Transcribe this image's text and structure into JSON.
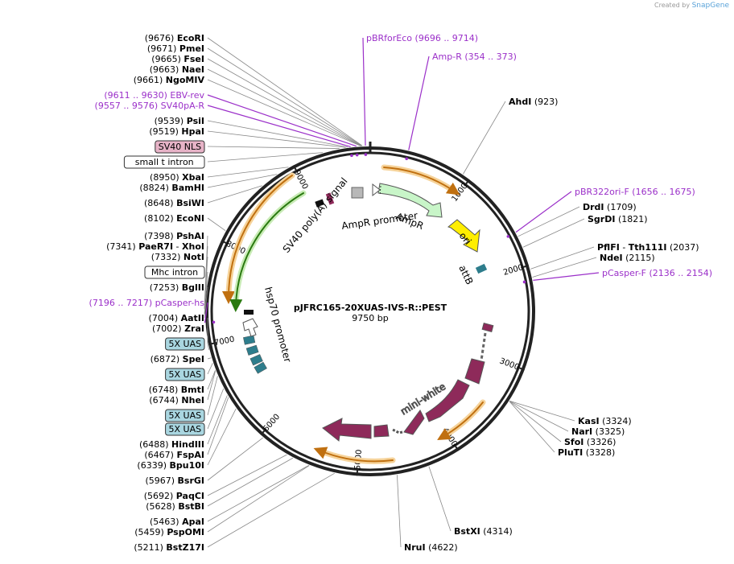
{
  "credit": {
    "prefix": "Created by",
    "brand": "SnapGene"
  },
  "plasmid": {
    "name": "pJFRC165-20XUAS-IVS-R::PEST",
    "length": "9750 bp",
    "total": 9750
  },
  "scale_labels": [
    "1000",
    "2000",
    "3000",
    "4000",
    "5000",
    "6000",
    "7000",
    "8000",
    "9000"
  ],
  "sites": [
    {
      "pos": "(9676)",
      "name": "EcoRI",
      "kind": "enzyme",
      "bp": 9676
    },
    {
      "pos": "(9671)",
      "name": "PmeI",
      "kind": "enzyme",
      "bp": 9671
    },
    {
      "pos": "(9665)",
      "name": "FseI",
      "kind": "enzyme",
      "bp": 9665
    },
    {
      "pos": "(9663)",
      "name": "NaeI",
      "kind": "enzyme",
      "bp": 9663
    },
    {
      "pos": "(9661)",
      "name": "NgoMIV",
      "kind": "enzyme",
      "bp": 9661
    },
    {
      "pos": "(9611 .. 9630)",
      "name": "EBV-rev",
      "kind": "primer",
      "bp": 9620
    },
    {
      "pos": "(9557 .. 9576)",
      "name": "SV40pA-R",
      "kind": "primer",
      "bp": 9566
    },
    {
      "pos": "(9539)",
      "name": "PsiI",
      "kind": "enzyme",
      "bp": 9539
    },
    {
      "pos": "(9519)",
      "name": "HpaI",
      "kind": "enzyme",
      "bp": 9519
    },
    {
      "pos": "",
      "name": "SV40 NLS",
      "kind": "box-pink",
      "bp": 9460
    },
    {
      "pos": "",
      "name": "small t intron",
      "kind": "box-white",
      "bp": 9300
    },
    {
      "pos": "(8950)",
      "name": "XbaI",
      "kind": "enzyme",
      "bp": 8950
    },
    {
      "pos": "(8824)",
      "name": "BamHI",
      "kind": "enzyme",
      "bp": 8824
    },
    {
      "pos": "(8648)",
      "name": "BsiWI",
      "kind": "enzyme",
      "bp": 8648
    },
    {
      "pos": "(8102)",
      "name": "EcoNI",
      "kind": "enzyme",
      "bp": 8102
    },
    {
      "pos": "(7398)",
      "name": "PshAI",
      "kind": "enzyme",
      "bp": 7398
    },
    {
      "pos": "(7341)",
      "name": "PaeR7I",
      "name2": "XhoI",
      "kind": "enzyme",
      "bp": 7341
    },
    {
      "pos": "(7332)",
      "name": "NotI",
      "kind": "enzyme",
      "bp": 7332
    },
    {
      "pos": "",
      "name": "Mhc intron",
      "kind": "box-white",
      "bp": 7290
    },
    {
      "pos": "(7253)",
      "name": "BglII",
      "kind": "enzyme",
      "bp": 7253
    },
    {
      "pos": "(7196 .. 7217)",
      "name": "pCasper-hs",
      "kind": "primer",
      "bp": 7206
    },
    {
      "pos": "(7004)",
      "name": "AatII",
      "kind": "enzyme",
      "bp": 7004
    },
    {
      "pos": "(7002)",
      "name": "ZraI",
      "kind": "enzyme",
      "bp": 7002
    },
    {
      "pos": "",
      "name": "5X UAS",
      "kind": "box-blue",
      "bp": 6950
    },
    {
      "pos": "(6872)",
      "name": "SpeI",
      "kind": "enzyme",
      "bp": 6872
    },
    {
      "pos": "",
      "name": "5X UAS",
      "kind": "box-blue",
      "bp": 6820
    },
    {
      "pos": "(6748)",
      "name": "BmtI",
      "kind": "enzyme",
      "bp": 6748
    },
    {
      "pos": "(6744)",
      "name": "NheI",
      "kind": "enzyme",
      "bp": 6744
    },
    {
      "pos": "",
      "name": "5X UAS",
      "kind": "box-blue",
      "bp": 6690
    },
    {
      "pos": "",
      "name": "5X UAS",
      "kind": "box-blue",
      "bp": 6560
    },
    {
      "pos": "(6488)",
      "name": "HindIII",
      "kind": "enzyme",
      "bp": 6488
    },
    {
      "pos": "(6467)",
      "name": "FspAI",
      "kind": "enzyme",
      "bp": 6467
    },
    {
      "pos": "(6339)",
      "name": "Bpu10I",
      "kind": "enzyme",
      "bp": 6339
    },
    {
      "pos": "(5967)",
      "name": "BsrGI",
      "kind": "enzyme",
      "bp": 5967
    },
    {
      "pos": "(5692)",
      "name": "PaqCI",
      "kind": "enzyme",
      "bp": 5692
    },
    {
      "pos": "(5628)",
      "name": "BstBI",
      "kind": "enzyme",
      "bp": 5628
    },
    {
      "pos": "(5463)",
      "name": "ApaI",
      "kind": "enzyme",
      "bp": 5463
    },
    {
      "pos": "(5459)",
      "name": "PspOMI",
      "kind": "enzyme",
      "bp": 5459
    },
    {
      "pos": "(5211)",
      "name": "BstZ17I",
      "kind": "enzyme",
      "bp": 5211
    },
    {
      "pos": "(9696 .. 9714)",
      "name": "pBRforEco",
      "kind": "primer-r",
      "bp": 9705
    },
    {
      "pos": "(354 .. 373)",
      "name": "Amp-R",
      "kind": "primer-r",
      "bp": 363
    },
    {
      "pos": "(923)",
      "name": "AhdI",
      "kind": "enzyme-r",
      "bp": 923
    },
    {
      "pos": "(1656 .. 1675)",
      "name": "pBR322ori-F",
      "kind": "primer-r",
      "bp": 1665
    },
    {
      "pos": "(1709)",
      "name": "DrdI",
      "kind": "enzyme-r",
      "bp": 1709
    },
    {
      "pos": "(1821)",
      "name": "SgrDI",
      "kind": "enzyme-r",
      "bp": 1821
    },
    {
      "pos": "(2037)",
      "name": "PflFI",
      "name2": "Tth111I",
      "kind": "enzyme-r",
      "bp": 2037
    },
    {
      "pos": "(2115)",
      "name": "NdeI",
      "kind": "enzyme-r",
      "bp": 2115
    },
    {
      "pos": "(2136 .. 2154)",
      "name": "pCasper-F",
      "kind": "primer-r",
      "bp": 2145
    },
    {
      "pos": "(3324)",
      "name": "KasI",
      "kind": "enzyme-r",
      "bp": 3324
    },
    {
      "pos": "(3325)",
      "name": "NarI",
      "kind": "enzyme-r",
      "bp": 3325
    },
    {
      "pos": "(3326)",
      "name": "SfoI",
      "kind": "enzyme-r",
      "bp": 3326
    },
    {
      "pos": "(3328)",
      "name": "PluTI",
      "kind": "enzyme-r",
      "bp": 3328
    },
    {
      "pos": "(4314)",
      "name": "BstXI",
      "kind": "enzyme-r",
      "bp": 4314
    },
    {
      "pos": "(4622)",
      "name": "NruI",
      "kind": "enzyme-r",
      "bp": 4622
    }
  ],
  "features": {
    "ampr": "AmpR",
    "ampr_promoter": "AmpR promoter",
    "ori": "ori",
    "attb": "attB",
    "mini_white": "mini-white",
    "hsp70_promoter": "hsp70 promoter",
    "sv40_polya": "SV40 poly(A) signal"
  },
  "colors": {
    "backbone": "#222222",
    "primer": "#9b30c9",
    "orange_arrow": "#f0a030",
    "green_arrow": "#3a9a1a",
    "maroon": "#8e2a5a",
    "teal": "#2e7d8c",
    "ampr_fill": "#c8f5c8",
    "ori_fill": "#ffee00",
    "box_pink": "#e7b3c7",
    "box_blue": "#a9d6e0"
  }
}
